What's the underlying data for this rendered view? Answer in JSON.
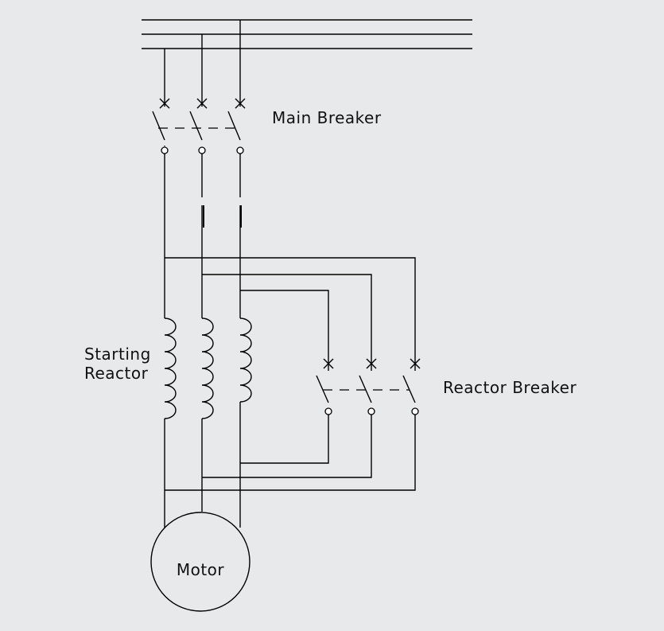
{
  "labels": {
    "main_breaker": "Main Breaker",
    "starting_reactor_line1": "Starting",
    "starting_reactor_line2": "Reactor",
    "reactor_breaker": "Reactor Breaker",
    "motor": "Motor"
  },
  "colors": {
    "background": "#e8e9eb",
    "line": "#000000",
    "text": "#111111"
  },
  "components": {
    "bus_phases": 3,
    "main_breaker_poles": 3,
    "reactor_coils": 3,
    "reactor_breaker_poles": 3
  }
}
